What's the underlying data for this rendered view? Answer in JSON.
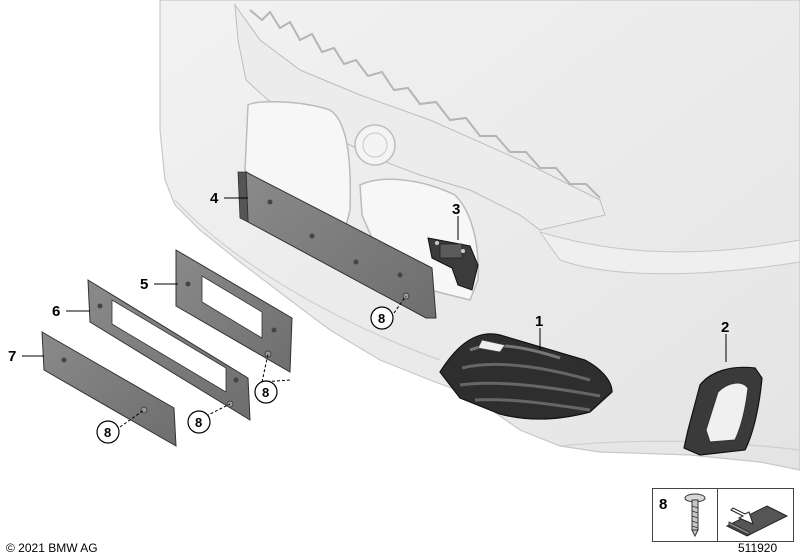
{
  "diagram": {
    "callouts": [
      {
        "id": "callout-1",
        "label": "1"
      },
      {
        "id": "callout-2",
        "label": "2"
      },
      {
        "id": "callout-3",
        "label": "3"
      },
      {
        "id": "callout-4",
        "label": "4"
      },
      {
        "id": "callout-5",
        "label": "5"
      },
      {
        "id": "callout-6",
        "label": "6"
      },
      {
        "id": "callout-7",
        "label": "7"
      }
    ],
    "circled_labels": [
      "8",
      "8",
      "8",
      "8"
    ]
  },
  "legend": {
    "part_number": "8"
  },
  "footer": {
    "copyright": "© 2021 BMW AG",
    "drawing_number": "511920"
  }
}
